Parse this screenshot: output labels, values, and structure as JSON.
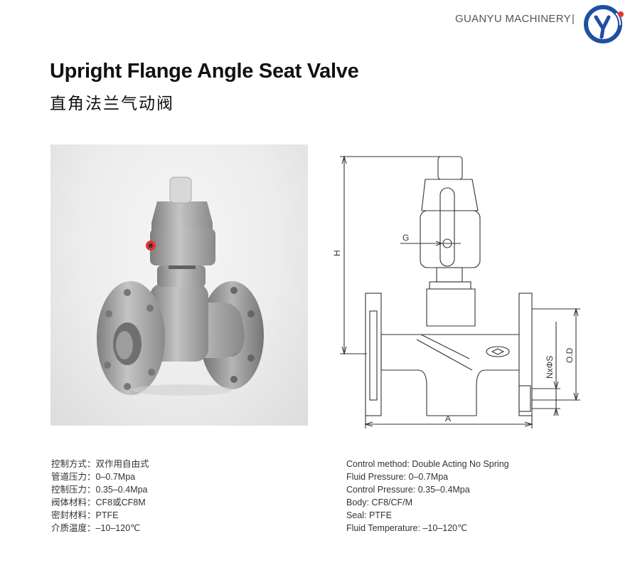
{
  "header": {
    "brand": "GUANYU MACHINERY",
    "separator": "|",
    "logo_icon": "guanyu-logo-icon"
  },
  "title": {
    "en": "Upright Flange Angle Seat Valve",
    "zh": "直角法兰气动阀"
  },
  "drawing": {
    "labels": {
      "h": "H",
      "g": "G",
      "a": "A",
      "od": "O.D",
      "nxs": "NxΦS"
    }
  },
  "specs_zh": [
    "控制方式：双作用自由式",
    "管道压力：0–0.7Mpa",
    "控制压力：0.35–0.4Mpa",
    "阀体材料：CF8或CF8M",
    "密封材料：PTFE",
    "介质温度：–10–120℃"
  ],
  "specs_en": [
    "Control method: Double Acting No Spring",
    "Fluid Pressure: 0–0.7Mpa",
    "Control Pressure: 0.35–0.4Mpa",
    "Body: CF8/CF/M",
    "Seal: PTFE",
    "Fluid Temperature: –10–120℃"
  ],
  "colors": {
    "brand_blue": "#1f4fa0",
    "accent_red": "#e3342f",
    "valve_gray": "#9a9a9a"
  }
}
